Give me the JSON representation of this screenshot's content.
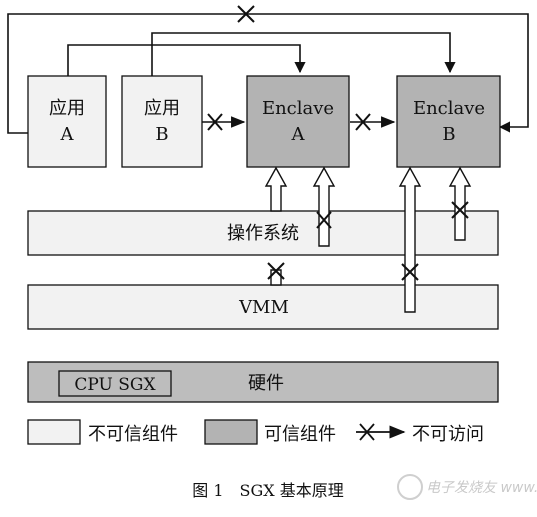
{
  "blocks": {
    "app_a": {
      "line1": "应用",
      "line2": "A"
    },
    "app_b": {
      "line1": "应用",
      "line2": "B"
    },
    "enclave_a": {
      "line1": "Enclave",
      "line2": "A"
    },
    "enclave_b": {
      "line1": "Enclave",
      "line2": "B"
    },
    "os": "操作系统",
    "vmm": "VMM",
    "hardware": "硬件",
    "cpu_sgx": "CPU SGX"
  },
  "legend": {
    "untrusted": "不可信组件",
    "trusted": "可信组件",
    "no_access": "不可访问"
  },
  "caption": "图 1　SGX 基本原理",
  "watermark": "电子发烧友 www.elecfans.com",
  "colors": {
    "untrusted_fill": "#f2f2f2",
    "trusted_fill": "#b3b3b3",
    "hardware_fill": "#bdbdbd",
    "stroke": "#111111"
  }
}
